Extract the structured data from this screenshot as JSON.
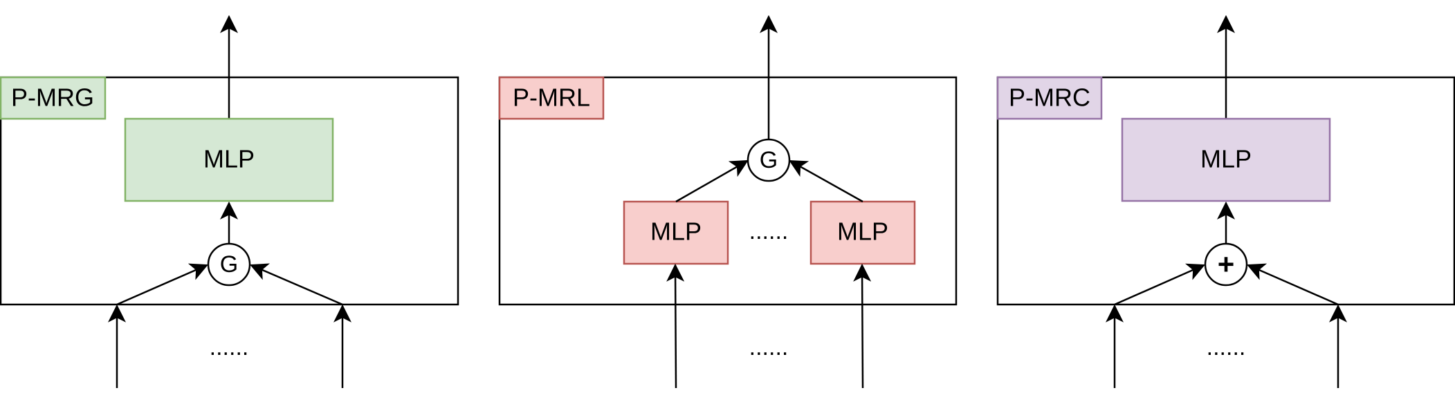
{
  "colors": {
    "green_fill": "#d5e8d4",
    "green_stroke": "#82b366",
    "red_fill": "#f8cecc",
    "red_stroke": "#b85450",
    "purple_fill": "#e1d5e7",
    "purple_stroke": "#9673a6",
    "line": "#000000"
  },
  "panels": [
    {
      "tag": "P-MRG",
      "mlp_label": "MLP",
      "op_symbol": "G",
      "input_ellipsis": "......"
    },
    {
      "tag": "P-MRL",
      "mlp_left_label": "MLP",
      "mlp_right_label": "MLP",
      "op_symbol": "G",
      "mid_ellipsis": "......",
      "input_ellipsis": "......"
    },
    {
      "tag": "P-MRC",
      "mlp_label": "MLP",
      "op_symbol": "+",
      "input_ellipsis": "......"
    }
  ]
}
